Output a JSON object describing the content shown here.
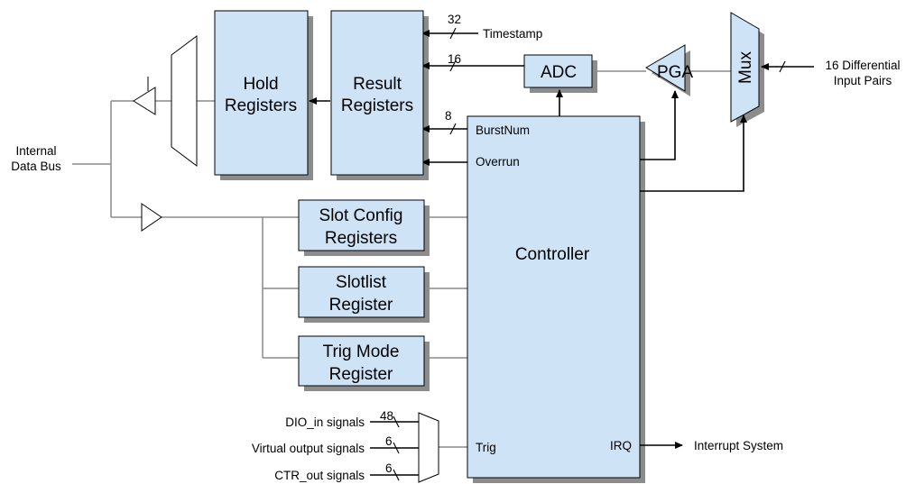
{
  "colors": {
    "block_fill": "#cfe3f7",
    "shadow": "#8c8c8c",
    "gray_wire": "#8c8c8c",
    "black_wire": "#000000"
  },
  "blocks": {
    "hold": [
      "Hold",
      "Registers"
    ],
    "result": [
      "Result",
      "Registers"
    ],
    "adc": "ADC",
    "pga": "PGA",
    "mux": "Mux",
    "controller": "Controller",
    "slot_config": [
      "Slot Config",
      "Registers"
    ],
    "slotlist": [
      "Slotlist",
      "Register"
    ],
    "trig_mode": [
      "Trig Mode",
      "Register"
    ]
  },
  "ports": {
    "burstnum": "BurstNum",
    "overrun": "Overrun",
    "trig": "Trig",
    "irq": "IRQ"
  },
  "labels": {
    "timestamp": "Timestamp",
    "internal_bus": [
      "Internal",
      "Data Bus"
    ],
    "inputs": [
      "16 Differential",
      "Input Pairs"
    ],
    "interrupt": "Interrupt System",
    "dio_in": "DIO_in signals",
    "virtual_out": "Virtual output signals",
    "ctr_out": "CTR_out signals"
  },
  "bus_widths": {
    "timestamp": "32",
    "adc": "16",
    "burstnum": "8",
    "dio_in": "48",
    "virtual_out": "6",
    "ctr_out": "6"
  }
}
